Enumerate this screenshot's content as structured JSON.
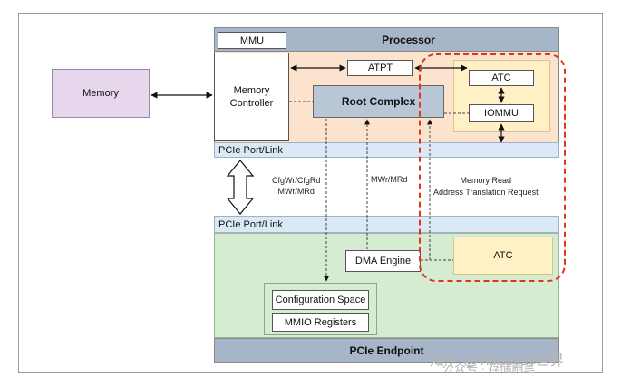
{
  "processor": {
    "title": "Processor",
    "mmu": "MMU",
    "memory_controller": "Memory\nController",
    "atpt": "ATPT",
    "root_complex": "Root Complex",
    "atc": "ATC",
    "iommu": "IOMMU",
    "port_link": "PCIe Port/Link"
  },
  "memory": "Memory",
  "flows": {
    "config": "CfgWr/CfgRd\nMWr/MRd",
    "mwr": "MWr/MRd",
    "memory_read": "Memory Read\nAddress Translation Request"
  },
  "endpoint": {
    "port_link": "PCIe Port/Link",
    "dma_engine": "DMA Engine",
    "atc": "ATC",
    "config_space": "Configuration Space",
    "mmio_registers": "MMIO Registers",
    "title": "PCIe Endpoint"
  },
  "watermark": {
    "line1": "知乎 @Tiffany的世界",
    "line2": "公众号 · 存储随笔"
  },
  "colors": {
    "processor_header": "#a6b6c8",
    "processor_body": "#fce3cd",
    "port_link": "#dbe9f7",
    "endpoint_body": "#d6ecd2",
    "memory_fill": "#e6d7ec",
    "root_complex": "#b8c6d6",
    "iommu_region": "#fff0c6",
    "highlight": "#e0341c"
  }
}
